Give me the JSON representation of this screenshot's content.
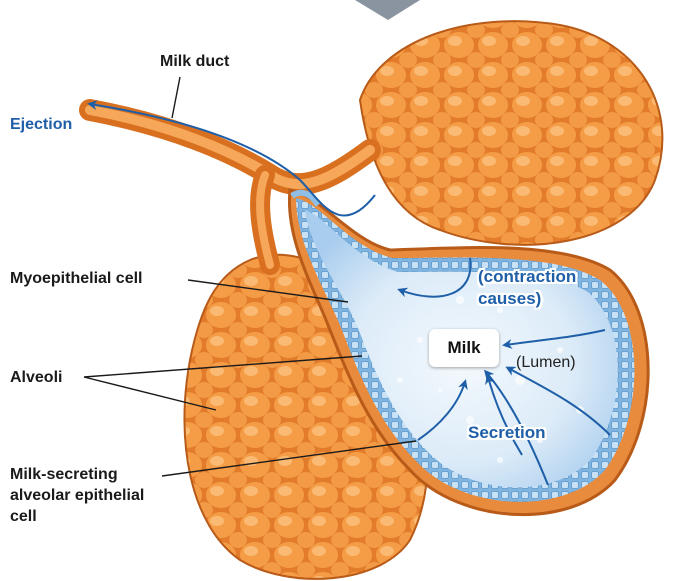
{
  "labels": {
    "milk_duct": "Milk duct",
    "ejection": "Ejection",
    "myoepithelial_cell": "Myoepithelial cell",
    "alveoli": "Alveoli",
    "milk_secreting_line1": "Milk-secreting",
    "milk_secreting_line2": "alveolar epithelial",
    "milk_secreting_line3": "cell",
    "contraction_line1": "(contraction",
    "contraction_line2": "causes)",
    "milk": "Milk",
    "lumen": "(Lumen)",
    "secretion": "Secretion"
  },
  "colors": {
    "tissue_orange": "#f0913a",
    "tissue_light": "#f8b66b",
    "tissue_dark": "#c8621a",
    "lumen_blue": "#d6e9f8",
    "epithelium_blue": "#8fbfe6",
    "arrow_blue": "#1e5fa8",
    "label_black": "#1a1a1a"
  }
}
